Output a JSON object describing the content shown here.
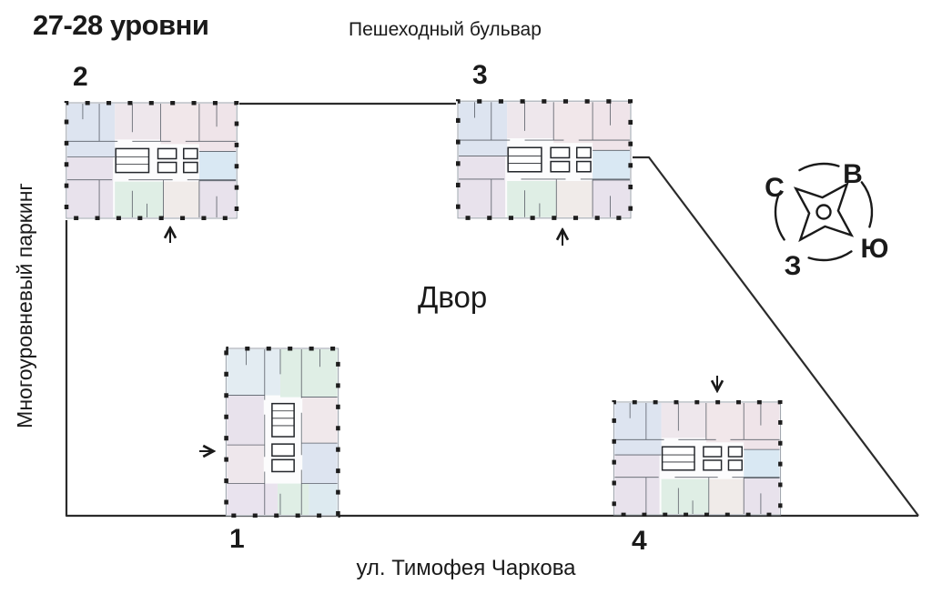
{
  "page": {
    "title": "27-28 уровни",
    "boulevard_label": "Пешеходный бульвар",
    "parking_label": "Многоуровневый паркинг",
    "courtyard_label": "Двор",
    "street_label": "ул. Тимофея Чаркова"
  },
  "buildings": [
    {
      "number": "1",
      "entrance_direction": "right"
    },
    {
      "number": "2",
      "entrance_direction": "up"
    },
    {
      "number": "3",
      "entrance_direction": "up"
    },
    {
      "number": "4",
      "entrance_direction": "down"
    }
  ],
  "compass": {
    "north": "С",
    "east": "В",
    "south": "Ю",
    "west": "З"
  },
  "colors": {
    "outline": "#2b2b2b",
    "text": "#1a1a1a",
    "room_blue": "#dde4f0",
    "room_pink": "#f0e5ea",
    "room_green": "#dfeee5",
    "room_lavender": "#e8e2ec"
  }
}
